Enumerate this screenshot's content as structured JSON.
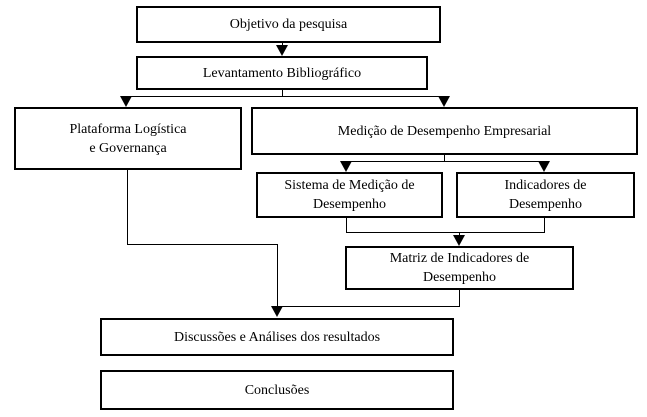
{
  "diagram": {
    "boxes": {
      "objetivo": "Objetivo da pesquisa",
      "levantamento": "Levantamento Bibliográfico",
      "plataforma_l1": "Plataforma Logística",
      "plataforma_l2": "e Governança",
      "medicao": "Medição de Desempenho Empresarial",
      "sistema_l1": "Sistema de Medição de",
      "sistema_l2": "Desempenho",
      "indicadores_l1": "Indicadores de",
      "indicadores_l2": "Desempenho",
      "matriz_l1": "Matriz de Indicadores de",
      "matriz_l2": "Desempenho",
      "discussoes": "Discussões e Análises dos resultados",
      "conclusoes": "Conclusões"
    }
  }
}
